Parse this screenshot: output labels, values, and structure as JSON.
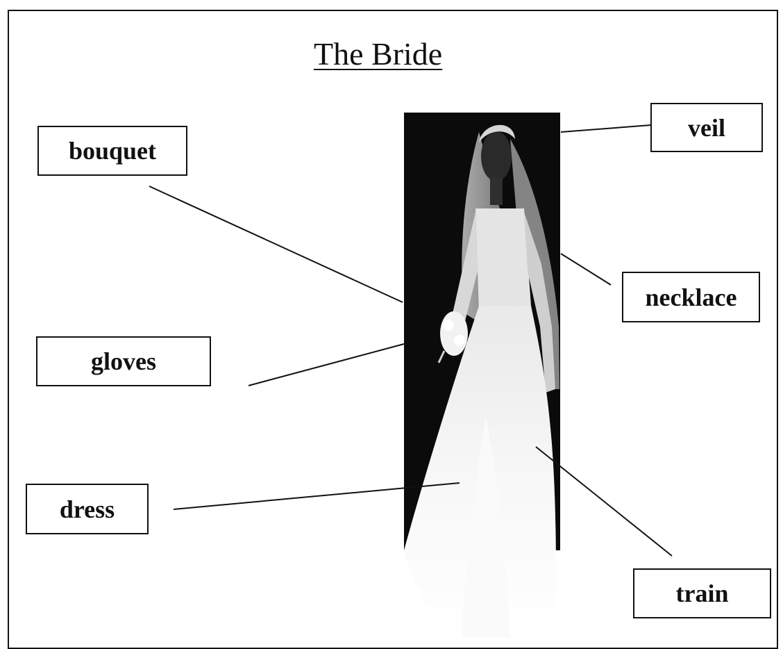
{
  "title": "The Bride",
  "labels": {
    "bouquet": "bouquet",
    "gloves": "gloves",
    "dress": "dress",
    "veil": "veil",
    "necklace": "necklace",
    "train": "train"
  },
  "photo": {
    "subject": "bride-photo"
  }
}
